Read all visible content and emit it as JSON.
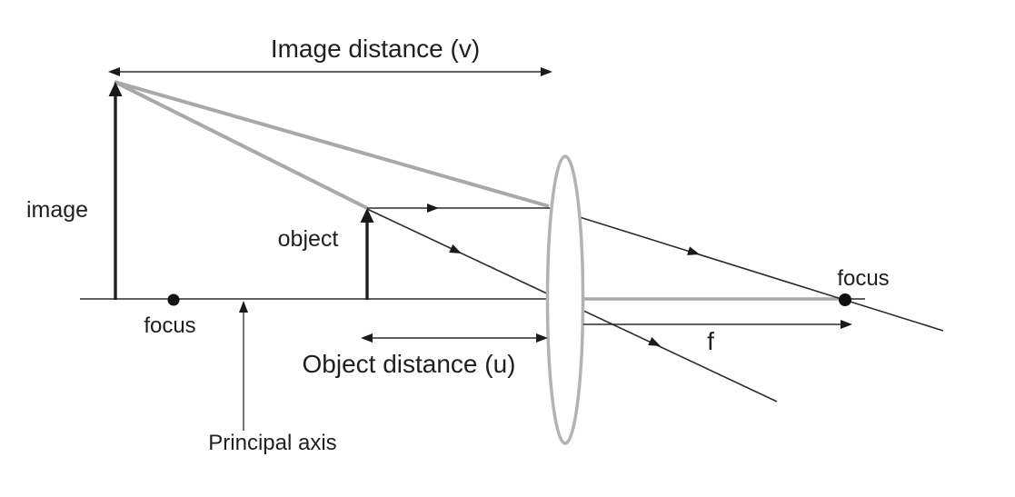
{
  "diagram": {
    "type": "converging-lens-ray-diagram",
    "measurements": {
      "image_distance_label": "Image distance (v)",
      "object_distance_label": "Object distance (u)",
      "focal_length_label": "f"
    },
    "labels": {
      "image": "image",
      "object": "object",
      "focus_left": "focus",
      "focus_right": "focus",
      "principal_axis": "Principal axis"
    },
    "colors": {
      "virtual_ray_gray": "#a8a8a8",
      "lens_outline_gray": "#b3b3b3",
      "line_dark": "#1f1f1f",
      "background": "#ffffff"
    }
  }
}
